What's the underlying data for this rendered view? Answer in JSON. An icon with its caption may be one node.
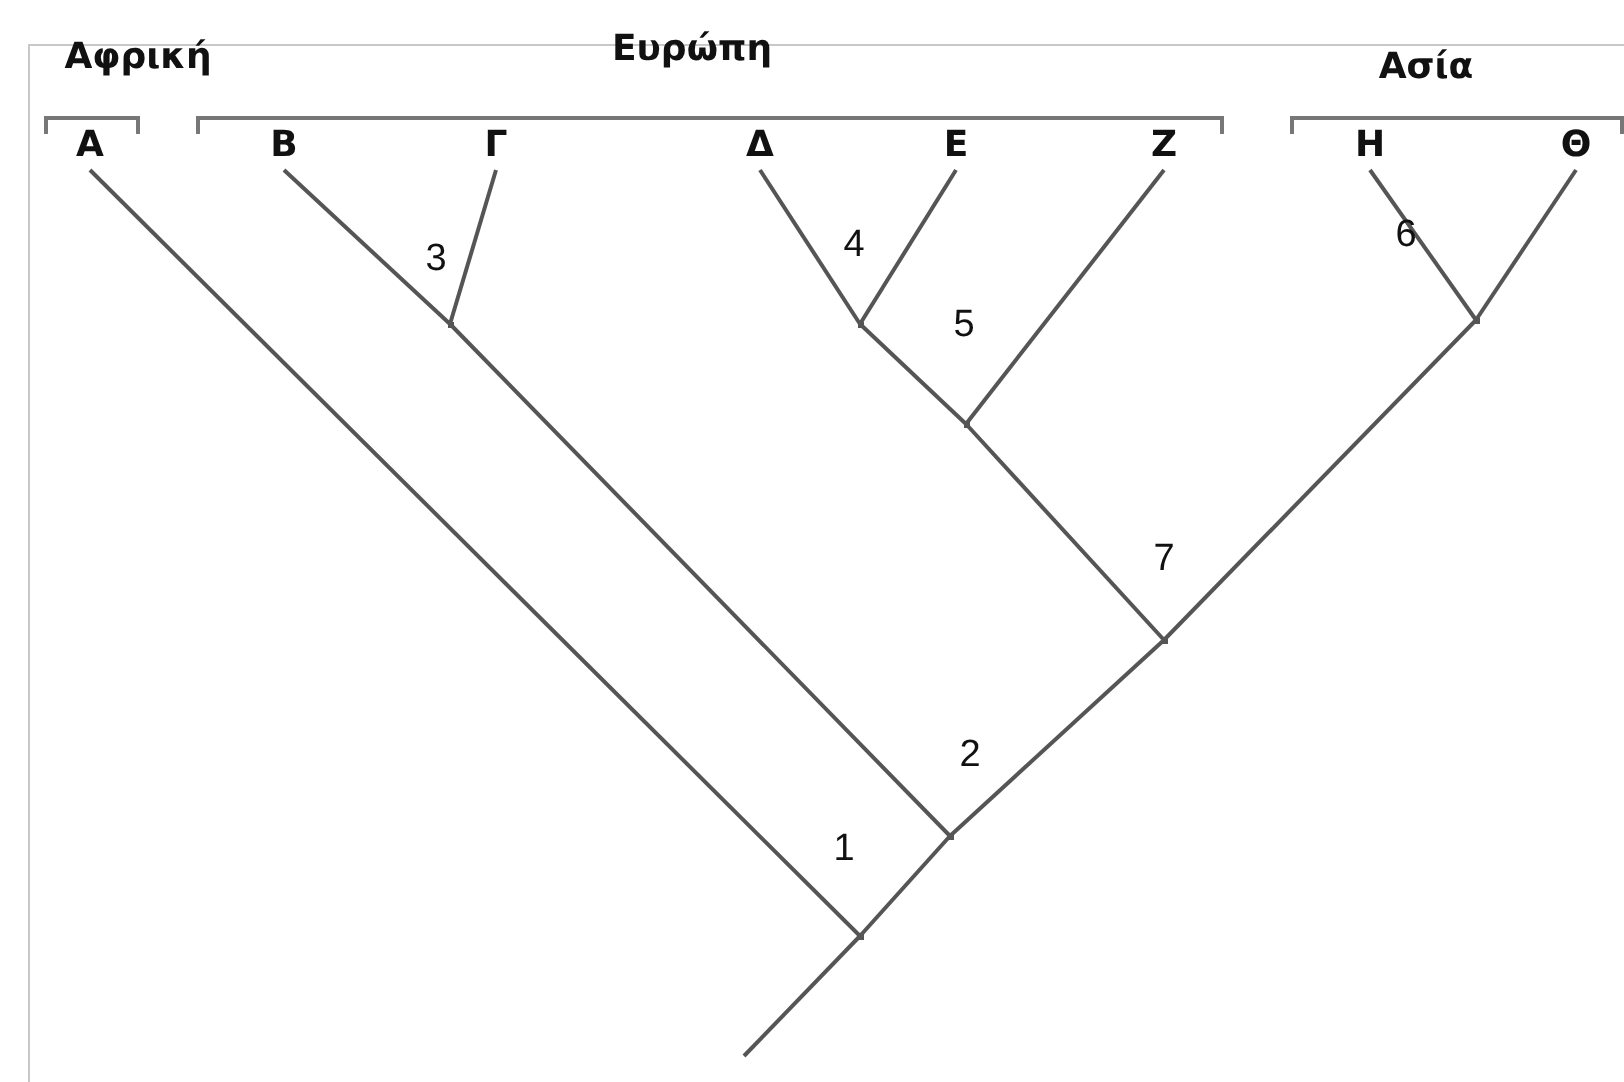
{
  "diagram": {
    "nodes": [
      {
        "text": [
          "Αφρική"
        ]
      },
      {
        "text": [
          "Α"
        ],
        "in": 0
      },
      {
        "text": [
          "Ευρώπη"
        ]
      },
      {
        "text": [
          "Β"
        ],
        "in": 2
      },
      {
        "text": [
          "Γ"
        ],
        "in": 2
      },
      {
        "text": [
          "Δ"
        ],
        "in": 2
      },
      {
        "text": [
          "Ε"
        ],
        "in": 2
      },
      {
        "text": [
          "Ζ"
        ],
        "in": 2
      },
      {
        "text": [
          "Ασία"
        ]
      },
      {
        "text": [
          "Η"
        ],
        "in": 8
      },
      {
        "text": [
          "Θ"
        ],
        "in": 8
      },
      {
        "text": [],
        "shape": "point",
        "beside": [
          "1"
        ]
      },
      {
        "text": [],
        "shape": "point",
        "beside": [
          "2"
        ]
      },
      {
        "text": [],
        "shape": "point",
        "beside": [
          "3"
        ]
      },
      {
        "text": [],
        "shape": "point",
        "beside": [
          "4"
        ]
      },
      {
        "text": [],
        "shape": "point",
        "beside": [
          "5"
        ]
      },
      {
        "text": [],
        "shape": "point",
        "beside": [
          "6"
        ]
      },
      {
        "text": [],
        "shape": "point",
        "beside": [
          "7"
        ]
      }
    ],
    "edges": [
      {
        "from": 11,
        "to": null,
        "arrow": "none"
      },
      {
        "from": 11,
        "to": 1,
        "arrow": "none"
      },
      {
        "from": 11,
        "to": 12,
        "arrow": "none"
      },
      {
        "from": 12,
        "to": 13,
        "arrow": "none"
      },
      {
        "from": 12,
        "to": 17,
        "arrow": "none"
      },
      {
        "from": 13,
        "to": 3,
        "arrow": "none"
      },
      {
        "from": 13,
        "to": 4,
        "arrow": "none"
      },
      {
        "from": 17,
        "to": 15,
        "arrow": "none"
      },
      {
        "from": 17,
        "to": 16,
        "arrow": "none"
      },
      {
        "from": 15,
        "to": 14,
        "arrow": "none"
      },
      {
        "from": 15,
        "to": 7,
        "arrow": "none"
      },
      {
        "from": 14,
        "to": 5,
        "arrow": "none"
      },
      {
        "from": 14,
        "to": 6,
        "arrow": "none"
      },
      {
        "from": 16,
        "to": 9,
        "arrow": "none"
      },
      {
        "from": 16,
        "to": 10,
        "arrow": "none"
      }
    ]
  }
}
